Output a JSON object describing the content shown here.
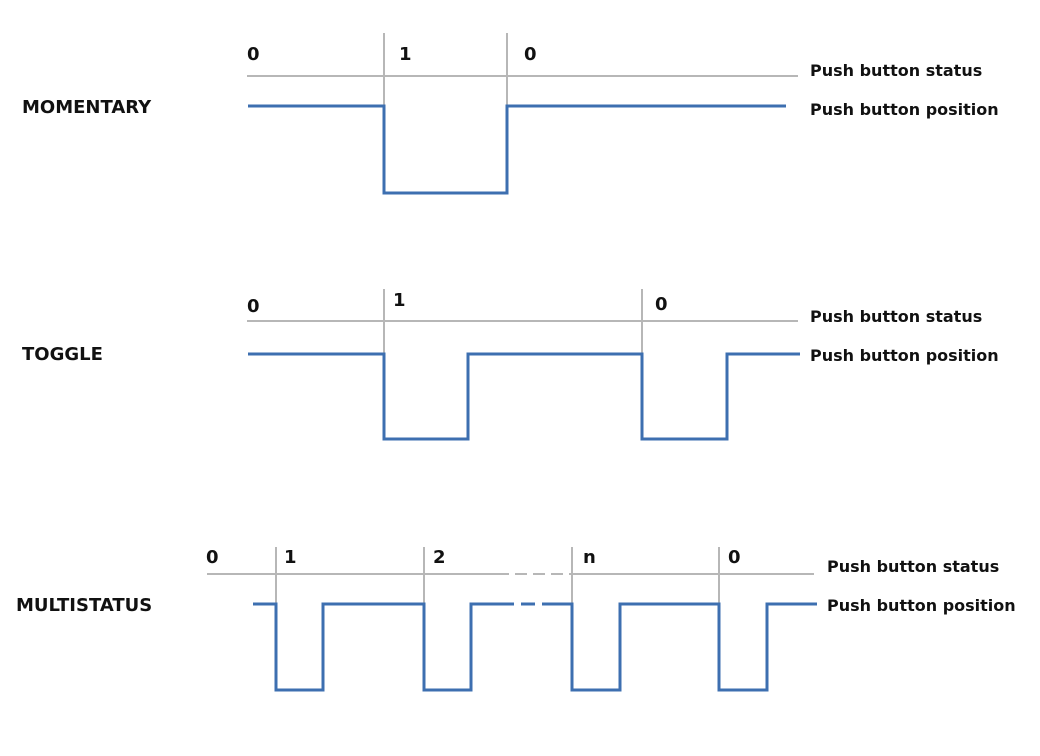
{
  "colors": {
    "status_line": "#b7b7b7",
    "position_line": "#3d6fb0",
    "text": "#111111",
    "background": "#ffffff"
  },
  "legend": {
    "status": "Push button status",
    "position": "Push button position"
  },
  "rows": [
    {
      "title": "MOMENTARY",
      "states": [
        "0",
        "1",
        "0"
      ],
      "presses": 1,
      "behavior": "position held low for the whole duration of status 1"
    },
    {
      "title": "TOGGLE",
      "states": [
        "0",
        "1",
        "0"
      ],
      "presses": 2,
      "behavior": "each short press flips the status"
    },
    {
      "title": "MULTISTATUS",
      "states": [
        "0",
        "1",
        "2",
        "n",
        "0"
      ],
      "presses": 4,
      "behavior": "each short press advances the status; dashed gap between 2 and n"
    }
  ]
}
